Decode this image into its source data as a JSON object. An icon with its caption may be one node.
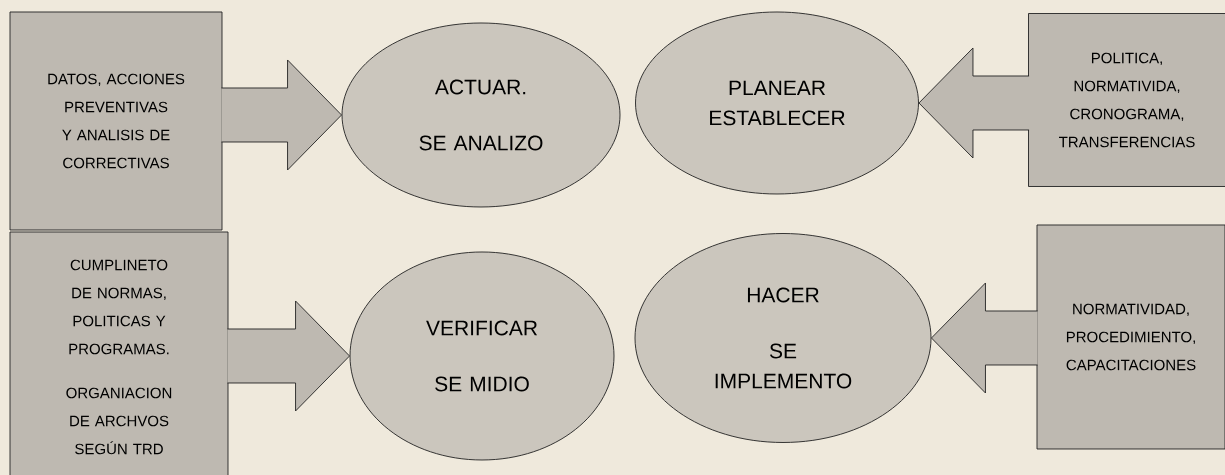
{
  "diagram": {
    "nodes": [
      {
        "text": [
          "DATOS, ACCIONES PREVENTIVAS Y ANALISIS DE CORRECTIVAS"
        ]
      },
      {
        "text": [
          "ACTUAR.",
          "SE ANALIZO"
        ]
      },
      {
        "text": [
          "PLANEAR ESTABLECER"
        ]
      },
      {
        "text": [
          "POLITICA, NORMATIVIDA, CRONOGRAMA, TRANSFERENCIAS"
        ]
      },
      {
        "text": [
          "CUMPLINETO DE NORMAS, POLITICAS Y PROGRAMAS.",
          "ORGANIACION DE ARCHVOS SEGÚN TRD"
        ]
      },
      {
        "text": [
          "VERIFICAR",
          "SE MIDIO"
        ]
      },
      {
        "text": [
          "HACER",
          "SE IMPLEMENTO"
        ]
      },
      {
        "text": [
          "NORMATIVIDAD, PROCEDIMIENTO, CAPACITACIONES"
        ]
      }
    ],
    "edges": [
      {
        "from": 0,
        "to": 1,
        "arrow": "to"
      },
      {
        "from": 3,
        "to": 2,
        "arrow": "to"
      },
      {
        "from": 4,
        "to": 5,
        "arrow": "to"
      },
      {
        "from": 7,
        "to": 6,
        "arrow": "to"
      }
    ]
  }
}
